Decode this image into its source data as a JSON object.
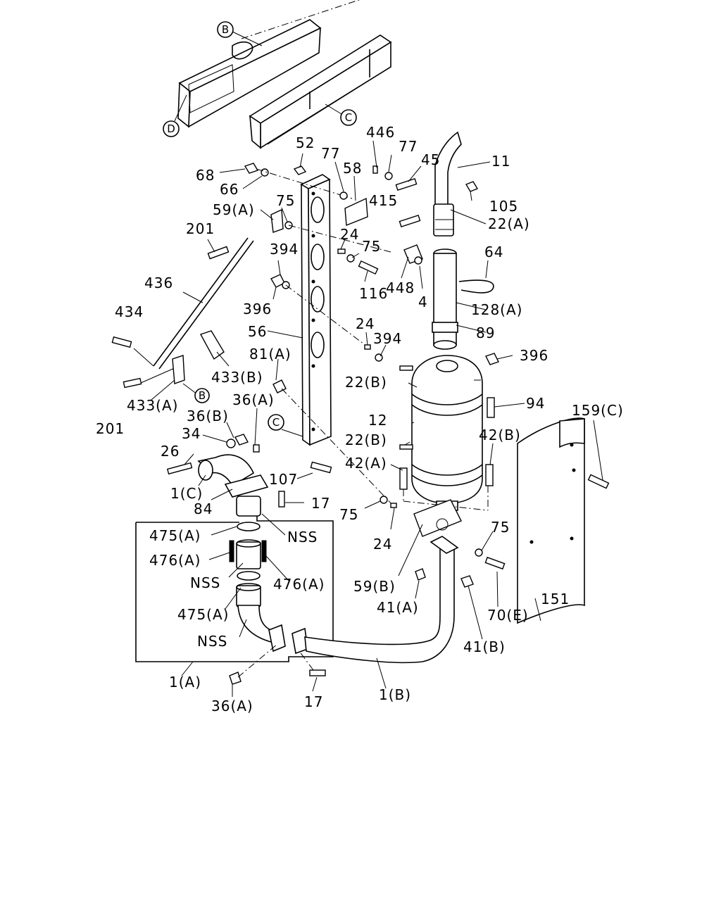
{
  "refs": {
    "B": "B",
    "C": "C",
    "D": "D"
  },
  "labels": {
    "l_446": "446",
    "l_52": "52",
    "l_77a": "77",
    "l_77b": "77",
    "l_58": "58",
    "l_45": "45",
    "l_11": "11",
    "l_68": "68",
    "l_66": "66",
    "l_59a": "59(A)",
    "l_75a": "75",
    "l_415": "415",
    "l_105": "105",
    "l_22a": "22(A)",
    "l_201a": "201",
    "l_24a": "24",
    "l_75b": "75",
    "l_64": "64",
    "l_394a": "394",
    "l_116": "116",
    "l_448": "448",
    "l_4": "4",
    "l_128a": "128(A)",
    "l_436": "436",
    "l_396a": "396",
    "l_89": "89",
    "l_434": "434",
    "l_56": "56",
    "l_24b": "24",
    "l_394b": "394",
    "l_81a": "81(A)",
    "l_396b": "396",
    "l_22b1": "22(B)",
    "l_433b": "433(B)",
    "l_94": "94",
    "l_36a1": "36(A)",
    "l_201b": "201",
    "l_433a": "433(A)",
    "l_36b": "36(B)",
    "l_12": "12",
    "l_159c": "159(C)",
    "l_34": "34",
    "l_22b2": "22(B)",
    "l_42b": "42(B)",
    "l_26": "26",
    "l_42a": "42(A)",
    "l_107": "107",
    "l_1c": "1(C)",
    "l_84": "84",
    "l_17a": "17",
    "l_75c": "75",
    "l_475a1": "475(A)",
    "l_nss1": "NSS",
    "l_24c": "24",
    "l_75d": "75",
    "l_476a1": "476(A)",
    "l_nss2": "NSS",
    "l_476a2": "476(A)",
    "l_59b": "59(B)",
    "l_41a": "41(A)",
    "l_70e": "70(E)",
    "l_151": "151",
    "l_475a2": "475(A)",
    "l_nss3": "NSS",
    "l_41b": "41(B)",
    "l_1a": "1(A)",
    "l_1b": "1(B)",
    "l_36a2": "36(A)",
    "l_17b": "17"
  }
}
